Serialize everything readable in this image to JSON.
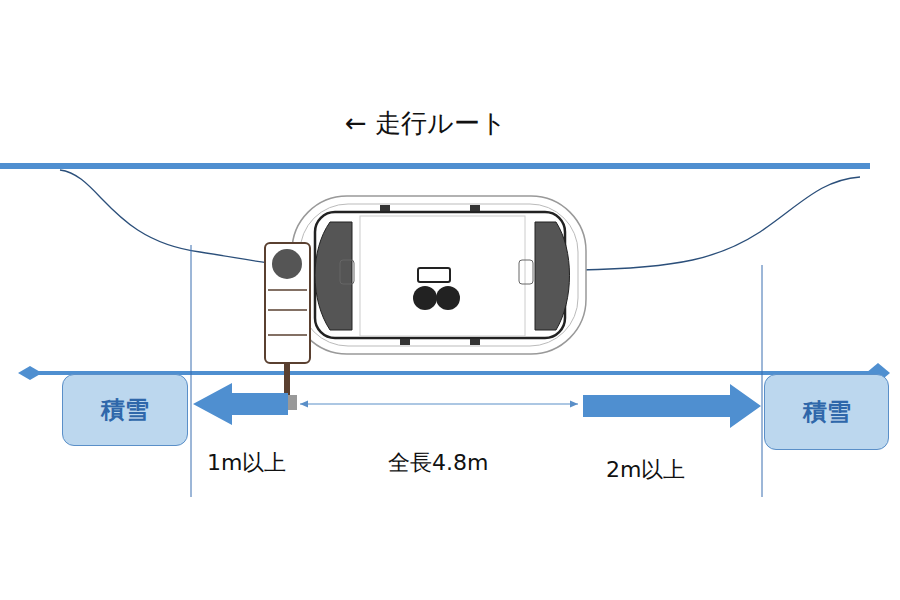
{
  "diagram": {
    "nodes": [
      {
        "text": [
          "積雪"
        ]
      },
      {
        "text": [
          "積雪"
        ]
      }
    ],
    "labels": [
      "← 走行ルート",
      "1m以上",
      "全長4.8m",
      "2m以上"
    ]
  }
}
